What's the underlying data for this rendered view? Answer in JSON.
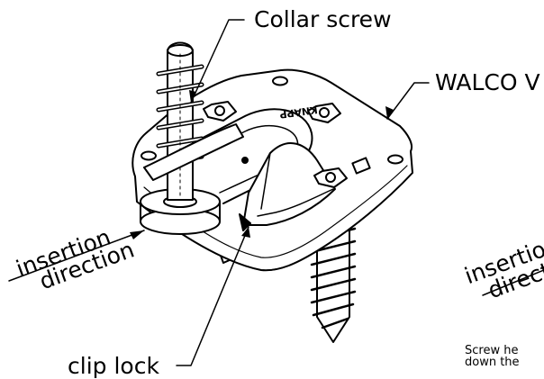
{
  "labels": {
    "collar_screw": "Collar screw",
    "walco": "WALCO V",
    "insertion_left_1": "insertion",
    "insertion_left_2": "direction",
    "insertion_right_1": "insertion",
    "insertion_right_2": "directi",
    "clip_lock": "clip lock",
    "note_line1": "Screw he",
    "note_line2": "down the"
  },
  "plate_stamp": "KNAPP",
  "colors": {
    "ink": "#000000",
    "background": "#ffffff"
  }
}
